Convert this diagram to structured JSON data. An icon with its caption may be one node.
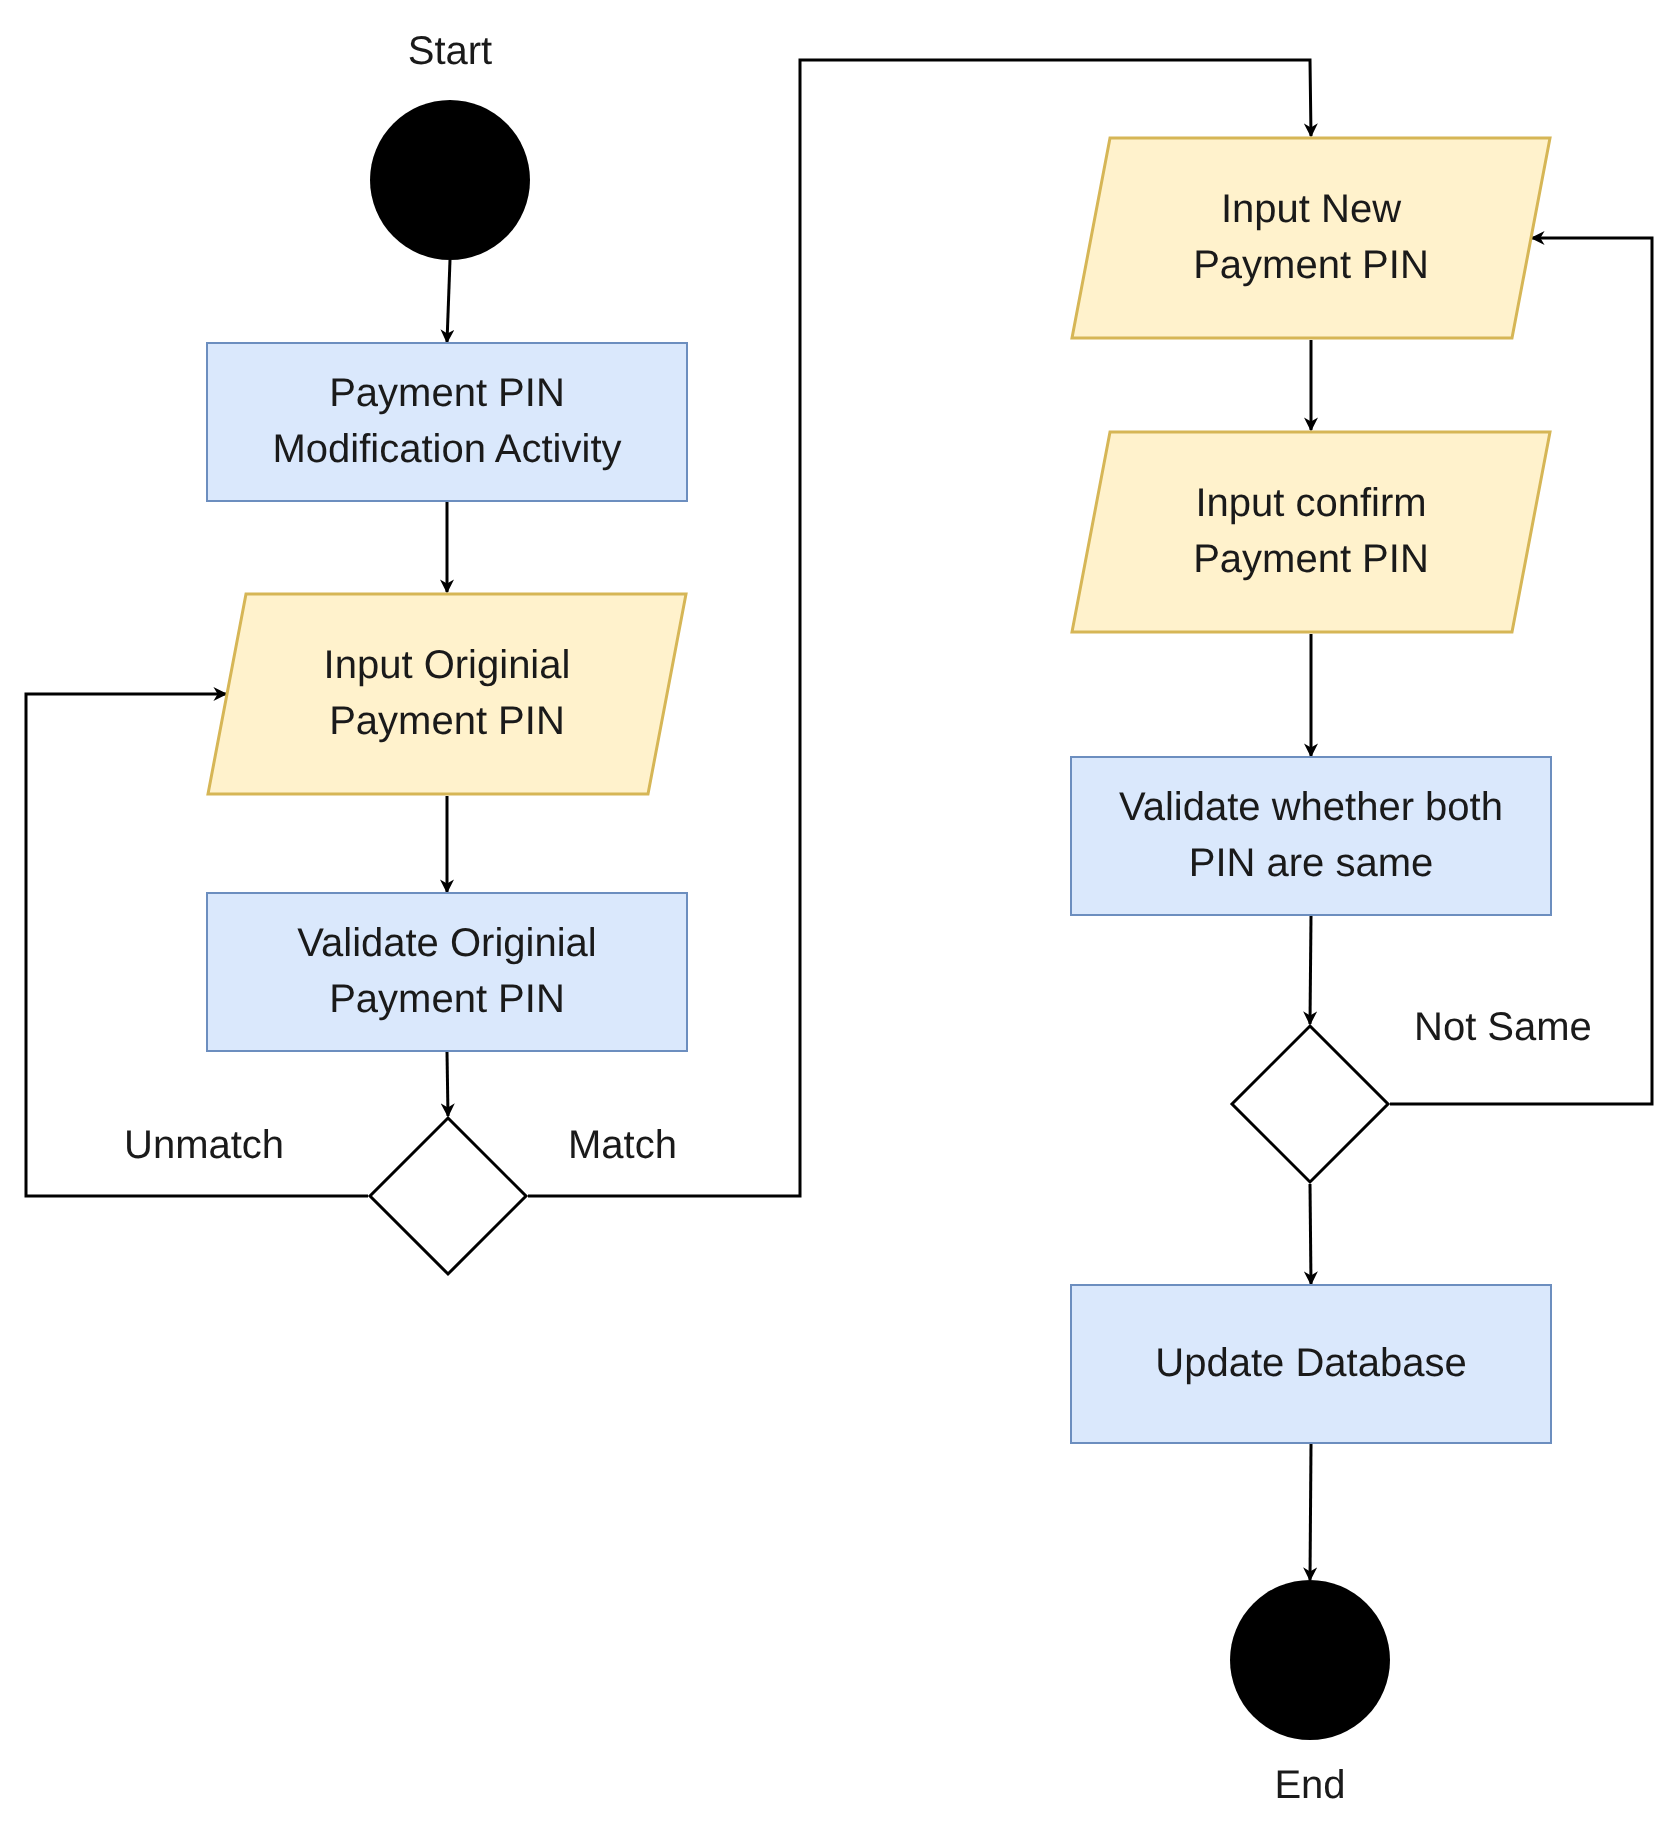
{
  "diagram": {
    "nodes": [
      {
        "text": [],
        "shape": "circle",
        "beside": [
          "Start"
        ]
      },
      {
        "text": [
          "Payment PIN Modification Activity"
        ]
      },
      {
        "text": [
          "Input Originial Payment PIN"
        ]
      },
      {
        "text": [
          "Validate Originial Payment PIN"
        ]
      },
      {
        "text": [],
        "shape": "diamond"
      },
      {
        "text": [
          "Input New Payment PIN"
        ]
      },
      {
        "text": [
          "Input confirm Payment PIN"
        ]
      },
      {
        "text": [
          "Validate whether both PIN are same"
        ]
      },
      {
        "text": [],
        "shape": "diamond"
      },
      {
        "text": [
          "Update Database"
        ]
      },
      {
        "text": [],
        "shape": "circle",
        "beside": [
          "End"
        ]
      }
    ],
    "edges": [
      {
        "from": 0,
        "to": 1,
        "arrow": "to"
      },
      {
        "from": 1,
        "to": 2,
        "arrow": "to"
      },
      {
        "from": 2,
        "to": 3,
        "arrow": "to"
      },
      {
        "from": 3,
        "to": 4,
        "arrow": "to"
      },
      {
        "from": 4,
        "to": 2,
        "arrow": "to",
        "label": "Unmatch"
      },
      {
        "from": 4,
        "to": 5,
        "arrow": "to",
        "label": "Match"
      },
      {
        "from": 5,
        "to": 6,
        "arrow": "to"
      },
      {
        "from": 6,
        "to": 7,
        "arrow": "to"
      },
      {
        "from": 7,
        "to": 8,
        "arrow": "to"
      },
      {
        "from": 8,
        "to": 5,
        "arrow": "to",
        "label": "Not Same"
      },
      {
        "from": 8,
        "to": 9,
        "arrow": "to"
      },
      {
        "from": 9,
        "to": 10,
        "arrow": "to"
      }
    ]
  }
}
